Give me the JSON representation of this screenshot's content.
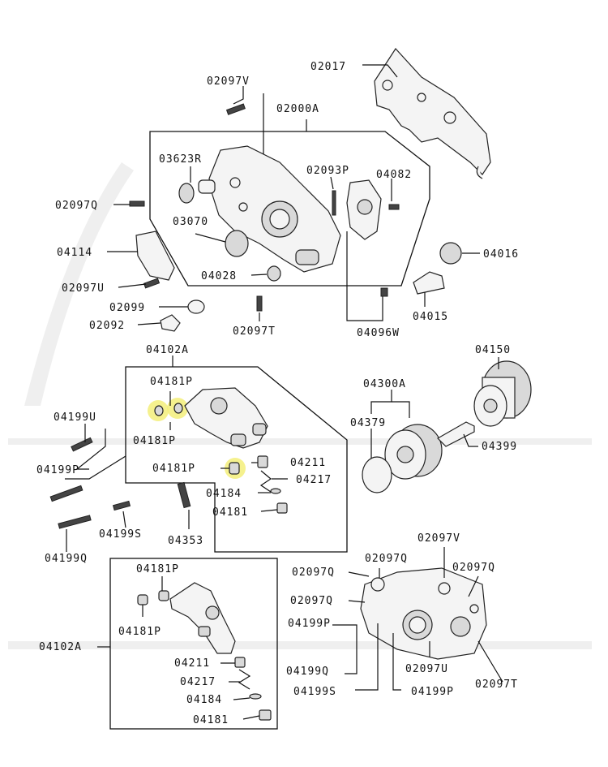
{
  "labels": {
    "p02017": "02017",
    "p02097V_top": "02097V",
    "p02000A": "02000A",
    "p03623R": "03623R",
    "p02093P": "02093P",
    "p04082": "04082",
    "p02097Q_top": "02097Q",
    "p03070": "03070",
    "p04114": "04114",
    "p04016": "04016",
    "p04028": "04028",
    "p02097U_top": "02097U",
    "p02099": "02099",
    "p04015": "04015",
    "p02092": "02092",
    "p02097T_top": "02097T",
    "p04096W": "04096W",
    "p04102A_top": "04102A",
    "p04150": "04150",
    "p04181P_a": "04181P",
    "p04300A": "04300A",
    "p04199U": "04199U",
    "p04379": "04379",
    "p04181P_b": "04181P",
    "p04399": "04399",
    "p04181P_c": "04181P",
    "p04211": "04211",
    "p04199P": "04199P",
    "p04217": "04217",
    "p04184": "04184",
    "p04181": "04181",
    "p04199S": "04199S",
    "p04353": "04353",
    "p02097V_bot": "02097V",
    "p04199Q": "04199Q",
    "p02097Q_bot1": "02097Q",
    "p04181P_d": "04181P",
    "p02097Q_bot2": "02097Q",
    "p02097Q_bot3": "02097Q",
    "p02097Q_bot4": "02097Q",
    "p04199P_bot": "04199P",
    "p04181P_e": "04181P",
    "p04102A_bot": "04102A",
    "p04211_bot": "04211",
    "p04199Q_bot": "04199Q",
    "p02097U_bot": "02097U",
    "p02097T_bot": "02097T",
    "p04217_bot": "04217",
    "p04199S_bot": "04199S",
    "p04199P_bot2": "04199P",
    "p04184_bot": "04184",
    "p04181_bot": "04181"
  },
  "colors": {
    "highlight": "#f3ee7a",
    "line": "#111111"
  }
}
